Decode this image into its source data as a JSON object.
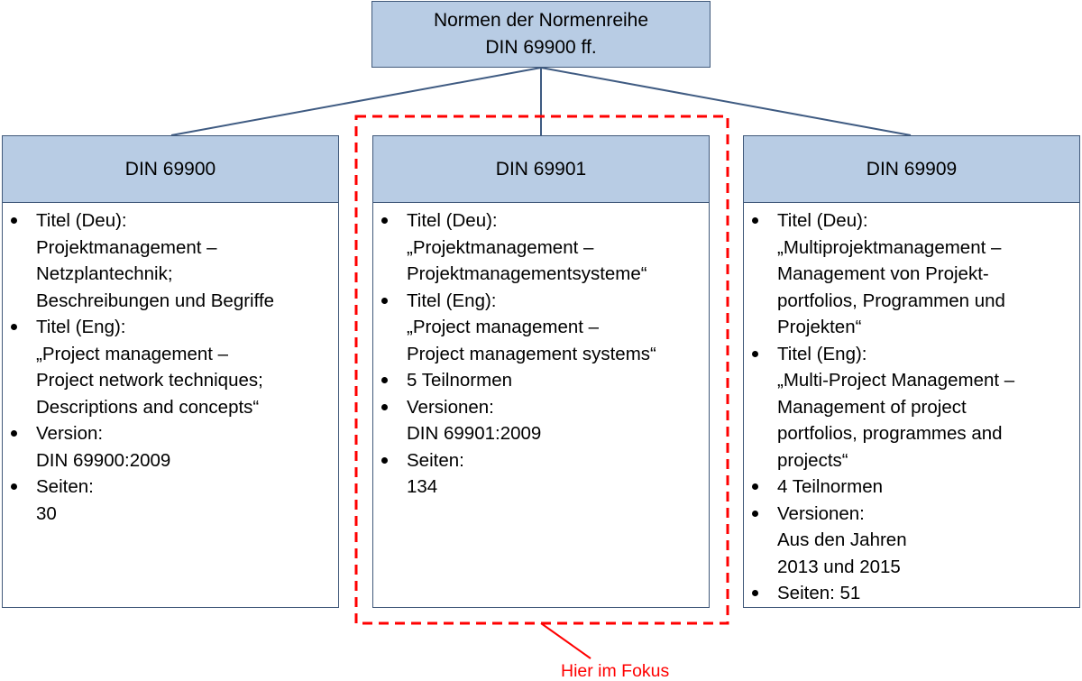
{
  "root": {
    "line1": "Normen der Normenreihe",
    "line2": "DIN 69900 ff."
  },
  "columns": [
    {
      "title": "DIN 69900",
      "items": [
        {
          "lines": [
            "Titel (Deu):",
            "Projektmanagement –",
            "Netzplantechnik;",
            "Beschreibungen und Begriffe"
          ]
        },
        {
          "lines": [
            "Titel (Eng):",
            "„Project management –",
            "Project network techniques;",
            "Descriptions and concepts“"
          ]
        },
        {
          "lines": [
            "Version:",
            "DIN 69900:2009"
          ]
        },
        {
          "lines": [
            "Seiten:",
            "30"
          ]
        }
      ]
    },
    {
      "title": "DIN 69901",
      "items": [
        {
          "lines": [
            "Titel (Deu):",
            "„Projektmanagement –",
            "Projektmanagementsysteme“"
          ]
        },
        {
          "lines": [
            "Titel (Eng):",
            "„Project management –",
            "Project management systems“"
          ]
        },
        {
          "lines": [
            "5 Teilnormen"
          ]
        },
        {
          "lines": [
            "Versionen:",
            "DIN 69901:2009"
          ]
        },
        {
          "lines": [
            "Seiten:",
            "134"
          ]
        }
      ]
    },
    {
      "title": "DIN 69909",
      "items": [
        {
          "lines": [
            "Titel (Deu):",
            "„Multiprojektmanagement –",
            "Management von Projekt-",
            "portfolios, Programmen und",
            "Projekten“"
          ]
        },
        {
          "lines": [
            "Titel (Eng):",
            "„Multi-Project Management –",
            "Management of project",
            "portfolios, programmes and",
            "projects“"
          ]
        },
        {
          "lines": [
            "4 Teilnormen"
          ]
        },
        {
          "lines": [
            "Versionen:",
            "Aus den Jahren",
            "2013 und 2015"
          ]
        },
        {
          "lines": [
            "Seiten: 51"
          ]
        }
      ]
    }
  ],
  "focus_label": "Hier im Fokus",
  "colors": {
    "header_fill": "#b8cce4",
    "border": "#41597a",
    "connector": "#3f5b82",
    "focus": "#ff0000"
  }
}
